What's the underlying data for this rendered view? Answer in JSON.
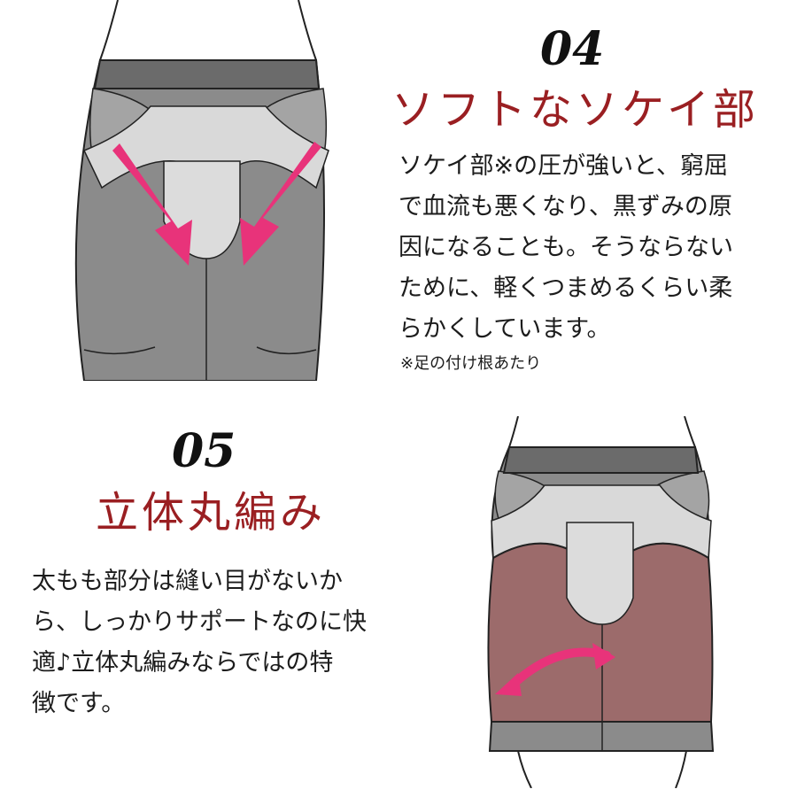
{
  "colors": {
    "title_red": "#9a1f22",
    "arrow_pink": "#e8337a",
    "fabric_dark": "#8b8b8b",
    "fabric_mid": "#a4a4a4",
    "fabric_light": "#d9d9d9",
    "fabric_mauve": "#9c6b6b",
    "waistband": "#6b6b6b"
  },
  "feature_04": {
    "number": "04",
    "title": "ソフトなソケイ部",
    "lines": [
      "ソケイ部※の圧が強いと、窮屈",
      "で血流も悪くなり、黒ずみの原",
      "因になることも。そうならない",
      "ために、軽くつまめるくらい柔",
      "らかくしています。"
    ],
    "note": "※足の付け根あたり",
    "icons": [
      "pink-arrow-icon",
      "pink-arrow-icon"
    ]
  },
  "feature_05": {
    "number": "05",
    "title": "立体丸編み",
    "lines": [
      "太もも部分は縫い目がないか",
      "ら、しっかりサポートなのに快",
      "適♪立体丸編みならではの特",
      "徴です。"
    ],
    "icons": [
      "pink-double-arrow-icon"
    ]
  }
}
